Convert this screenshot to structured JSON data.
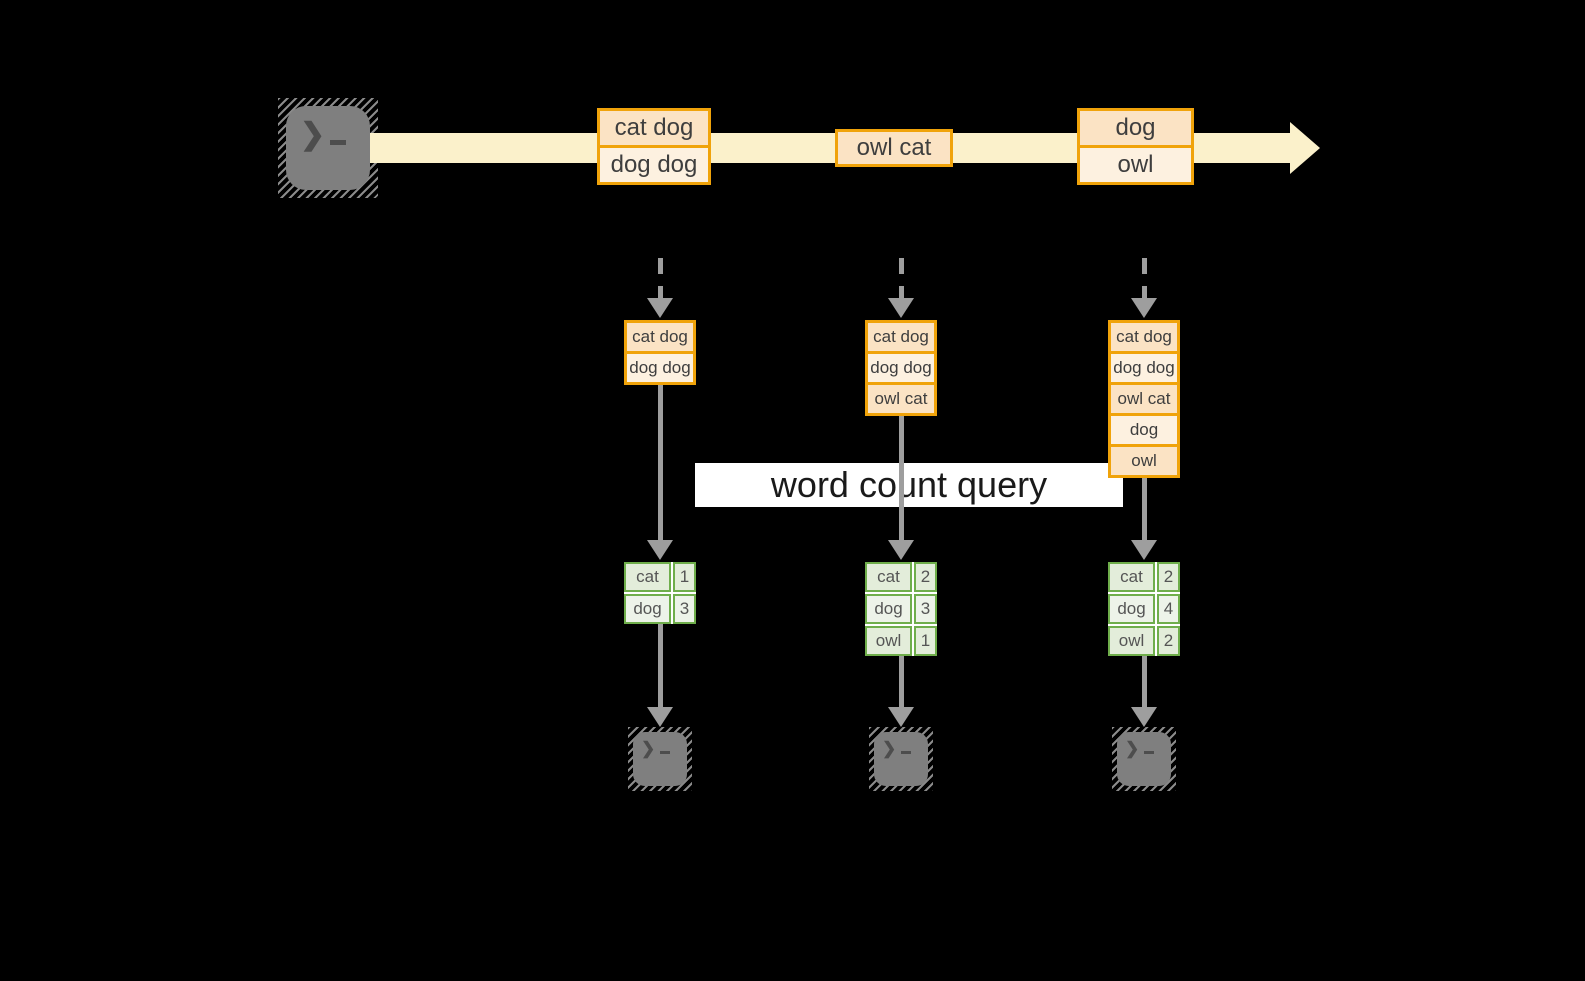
{
  "query_band": {
    "label": "word count query"
  },
  "stream": {
    "source_icon": "terminal-icon",
    "events": [
      {
        "lines": [
          "cat dog",
          "dog dog"
        ]
      },
      {
        "lines": [
          "owl cat"
        ]
      },
      {
        "lines": [
          "dog",
          "owl"
        ]
      }
    ]
  },
  "columns": [
    {
      "buffer": [
        "cat dog",
        "dog dog"
      ],
      "counts": [
        [
          "cat",
          "1"
        ],
        [
          "dog",
          "3"
        ]
      ],
      "sink_icon": "terminal-icon"
    },
    {
      "buffer": [
        "cat dog",
        "dog dog",
        "owl cat"
      ],
      "counts": [
        [
          "cat",
          "2"
        ],
        [
          "dog",
          "3"
        ],
        [
          "owl",
          "1"
        ]
      ],
      "sink_icon": "terminal-icon"
    },
    {
      "buffer": [
        "cat dog",
        "dog dog",
        "owl cat",
        "dog",
        "owl"
      ],
      "counts": [
        [
          "cat",
          "2"
        ],
        [
          "dog",
          "4"
        ],
        [
          "owl",
          "2"
        ]
      ],
      "sink_icon": "terminal-icon"
    }
  ],
  "colors": {
    "background": "#000000",
    "timeline_fill": "#FBF1CB",
    "event_border": "#F0A30A",
    "event_fill_dark": "#FBE3C4",
    "event_fill_light": "#FDF1E0",
    "table_border": "#6FAE4B",
    "table_fill_dark": "#E3EDDA",
    "table_fill_light": "#EDF3E9",
    "arrow_gray": "#9E9E9E",
    "terminal_gray": "#7F7F7F",
    "band_background": "#FFFFFF"
  }
}
